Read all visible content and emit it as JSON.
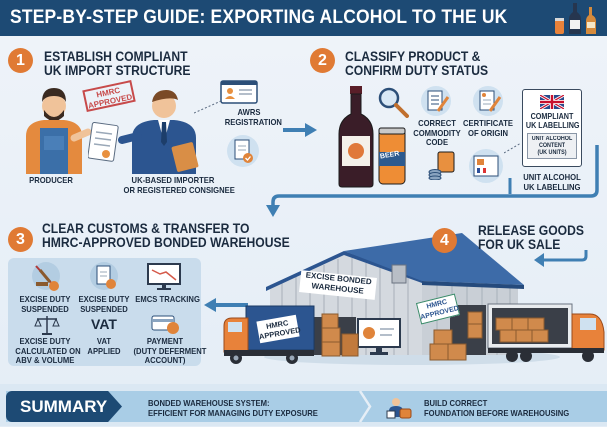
{
  "header": {
    "title": "STEP-BY-STEP GUIDE:  EXPORTING ALCOHOL TO THE UK",
    "icon": "alcohol-bottles-icon"
  },
  "colors": {
    "header_bg": "#1d4a74",
    "accent_orange": "#e07a34",
    "arrow_blue": "#3f7fb3",
    "panel_bg": "#c9dcec",
    "summary_bar": "#a9cde6",
    "text_dark": "#1b2b3f"
  },
  "steps": [
    {
      "number": "1",
      "title_line1": "ESTABLISH COMPLIANT",
      "title_line2": "UK IMPORT STRUCTURE",
      "stamp": {
        "line1": "HMRC",
        "line2": "APPROVED"
      },
      "labels": {
        "producer": "PRODUCER",
        "importer_line1": "UK-BASED IMPORTER",
        "importer_line2": "OR REGISTERED CONSIGNEE",
        "awrs_line1": "AWRS",
        "awrs_line2": "REGISTRATION"
      }
    },
    {
      "number": "2",
      "title_line1": "CLASSIFY PRODUCT &",
      "title_line2": "CONFIRM DUTY STATUS",
      "can_label": "BEER",
      "labels": {
        "commodity_line1": "CORRECT",
        "commodity_line2": "COMMODITY",
        "commodity_line3": "CODE",
        "origin_line1": "CERTIFICATE",
        "origin_line2": "OF ORIGIN",
        "card_line1": "COMPLIANT",
        "card_line2": "UK LABELLING",
        "card_box_line1": "UNIT ALCOHOL",
        "card_box_line2": "CONTENT",
        "card_box_line3": "(UK UNITS)",
        "below_line1": "UNIT ALCOHOL",
        "below_line2": "UK LABELLING"
      }
    },
    {
      "number": "3",
      "title_line1": "CLEAR CUSTOMS & TRANSFER TO",
      "title_line2": "HMRC-APPROVED BONDED WAREHOUSE",
      "items": [
        {
          "icon": "gavel-coin-icon",
          "line1": "EXCISE DUTY",
          "line2": "SUSPENDED",
          "line3": ""
        },
        {
          "icon": "document-coin-icon",
          "line1": "EXCISE DUTY",
          "line2": "SUSPENDED",
          "line3": ""
        },
        {
          "icon": "monitor-chart-icon",
          "line1": "EMCS TRACKING",
          "line2": "",
          "line3": ""
        },
        {
          "icon": "scales-icon",
          "line1": "EXCISE DUTY",
          "line2": "CALCULATED ON",
          "line3": "ABV & VOLUME"
        },
        {
          "icon": "vat-text-icon",
          "icon_text": "VAT",
          "line1": "VAT",
          "line2": "APPLIED",
          "line3": ""
        },
        {
          "icon": "card-coin-icon",
          "line1": "PAYMENT",
          "line2": "(DUTY DEFERMENT",
          "line3": "ACCOUNT)"
        }
      ]
    },
    {
      "number": "4",
      "title_line1": "RELEASE GOODS",
      "title_line2": "FOR UK SALE",
      "warehouse_sign_line1": "EXCISE BONDED",
      "warehouse_sign_line2": "WAREHOUSE",
      "wall_sign_line1": "HMRC",
      "wall_sign_line2": "APPROVED",
      "truck_sign_line1": "HMRC",
      "truck_sign_line2": "APPROVED"
    }
  ],
  "summary": {
    "badge": "SUMMARY",
    "point1_line1": "BONDED WAREHOUSE SYSTEM:",
    "point1_line2": "EFFICIENT FOR MANAGING DUTY EXPOSURE",
    "point2_icon": "person-boxes-icon",
    "point2_line1": "BUILD CORRECT",
    "point2_line2": "FOUNDATION BEFORE WAREHOUSING"
  }
}
